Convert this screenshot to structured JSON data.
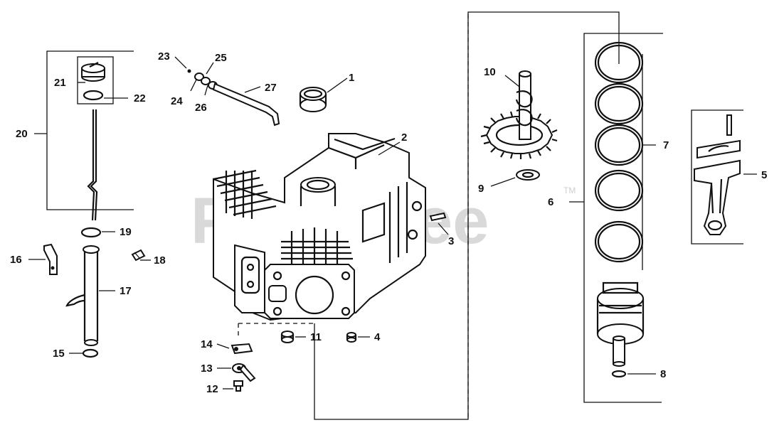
{
  "watermark": {
    "text": "PartsTree",
    "trademark": "TM"
  },
  "callouts": [
    {
      "id": "c1",
      "n": "1"
    },
    {
      "id": "c2",
      "n": "2"
    },
    {
      "id": "c3",
      "n": "3"
    },
    {
      "id": "c4",
      "n": "4"
    },
    {
      "id": "c5",
      "n": "5"
    },
    {
      "id": "c6",
      "n": "6"
    },
    {
      "id": "c7",
      "n": "7"
    },
    {
      "id": "c8",
      "n": "8"
    },
    {
      "id": "c9",
      "n": "9"
    },
    {
      "id": "c10",
      "n": "10"
    },
    {
      "id": "c11",
      "n": "11"
    },
    {
      "id": "c12",
      "n": "12"
    },
    {
      "id": "c13",
      "n": "13"
    },
    {
      "id": "c14",
      "n": "14"
    },
    {
      "id": "c15",
      "n": "15"
    },
    {
      "id": "c16",
      "n": "16"
    },
    {
      "id": "c17",
      "n": "17"
    },
    {
      "id": "c18",
      "n": "18"
    },
    {
      "id": "c19",
      "n": "19"
    },
    {
      "id": "c20",
      "n": "20"
    },
    {
      "id": "c21",
      "n": "21"
    },
    {
      "id": "c22",
      "n": "22"
    },
    {
      "id": "c23",
      "n": "23"
    },
    {
      "id": "c24",
      "n": "24"
    },
    {
      "id": "c25",
      "n": "25"
    },
    {
      "id": "c26",
      "n": "26"
    },
    {
      "id": "c27",
      "n": "27"
    }
  ],
  "colors": {
    "line": "#111111",
    "watermark": "#d9d9d9",
    "background": "#ffffff"
  }
}
